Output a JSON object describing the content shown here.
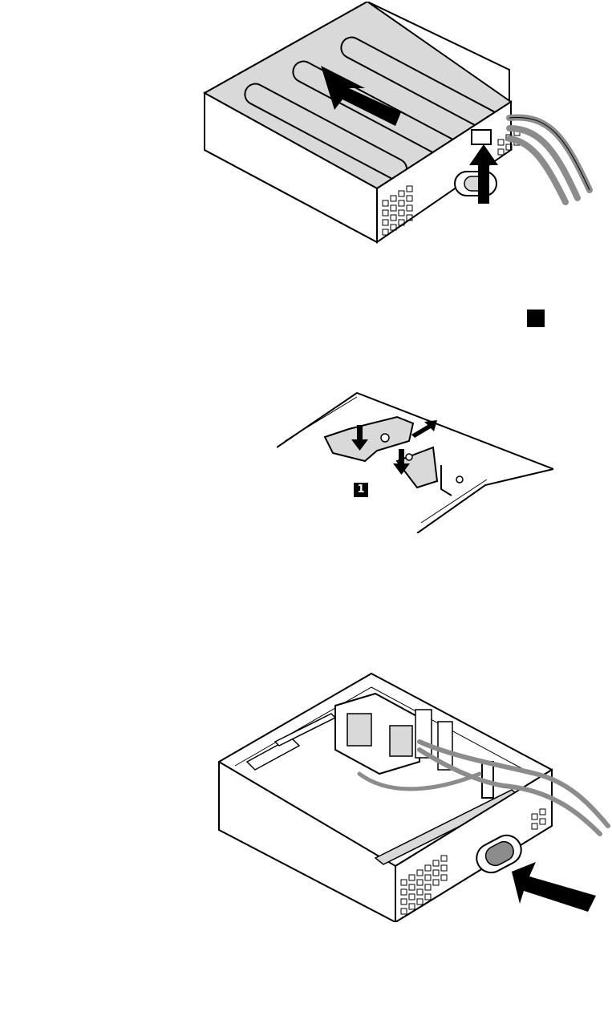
{
  "figures": [
    {
      "id": "fig1",
      "icon": "remove-cover-illustration"
    },
    {
      "id": "fig2",
      "icon": "bracket-latch-illustration"
    },
    {
      "id": "fig3",
      "icon": "install-bay-illustration"
    }
  ],
  "end_marker": {
    "icon": "end-of-step-square-icon"
  },
  "callouts": [
    {
      "label": "1"
    }
  ],
  "colors": {
    "line": "#000000",
    "panel_gray": "#d9d9d9",
    "cable_gray": "#8c8c8c"
  }
}
